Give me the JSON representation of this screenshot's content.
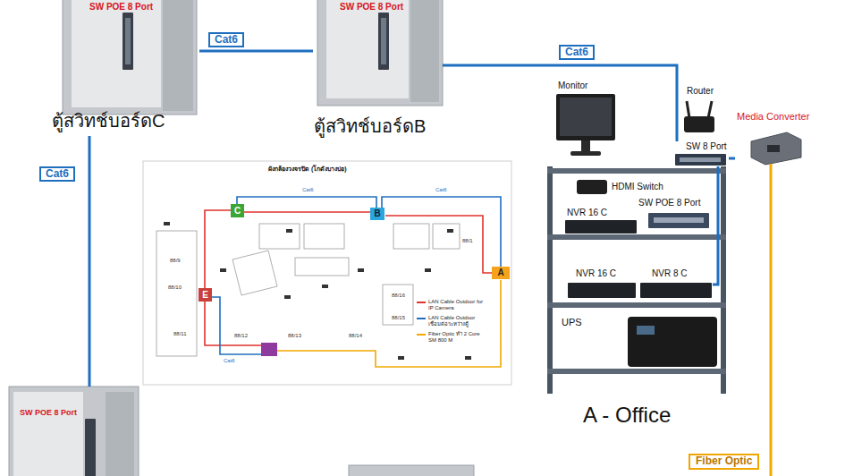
{
  "diagram": {
    "nodes": [
      {
        "text": [
          "SW POE 8 Port",
          "ตู้สวิทช์บอร์ดC"
        ]
      },
      {
        "text": [
          "SW POE 8 Port",
          "ตู้สวิทช์บอร์ดB"
        ]
      },
      {
        "text": [
          "Monitor"
        ]
      },
      {
        "text": [
          "Router"
        ]
      },
      {
        "text": [
          "Media Converter"
        ]
      },
      {
        "text": [
          "SW 8 Port"
        ]
      },
      {
        "text": [
          "A - Office"
        ]
      },
      {
        "text": [
          "HDMI Switch"
        ],
        "in": 6
      },
      {
        "text": [
          "NVR 16 C"
        ],
        "in": 6
      },
      {
        "text": [
          "SW POE 8 Port"
        ],
        "in": 6
      },
      {
        "text": [
          "NVR 16 C"
        ],
        "in": 6
      },
      {
        "text": [
          "NVR 8 C"
        ],
        "in": 6
      },
      {
        "text": [
          "UPS"
        ],
        "in": 6
      },
      {
        "text": [
          "ผังกล้องวงจรปิด (โกดังบางบ่อ)"
        ]
      },
      {
        "text": [
          "C"
        ],
        "in": 13
      },
      {
        "text": [
          "B"
        ],
        "in": 13
      },
      {
        "text": [
          "A"
        ],
        "in": 13
      },
      {
        "text": [
          "E"
        ],
        "in": 13
      },
      {
        "text": [
          "SW POE 8 Port"
        ]
      }
    ],
    "edges": [
      {
        "from": 0,
        "to": 1,
        "label": "Cat6",
        "arrow": "none"
      },
      {
        "from": 1,
        "to": 5,
        "label": "Cat6",
        "arrow": "none"
      },
      {
        "from": 0,
        "to": 18,
        "label": "Cat6",
        "arrow": "none"
      },
      {
        "from": 5,
        "to": 4,
        "arrow": "none"
      },
      {
        "from": 5,
        "to": 11,
        "arrow": "none"
      },
      {
        "from": 14,
        "to": 15,
        "arrow": "none"
      },
      {
        "from": 15,
        "to": 16,
        "arrow": "none"
      },
      {
        "from": 17,
        "to": 14,
        "arrow": "none"
      },
      {
        "from": 14,
        "to": 15,
        "arrow": "none"
      }
    ],
    "labels": [
      "Cat6",
      "Cat6",
      "Cat6",
      "88/9",
      "88/10",
      "88/11",
      "88/12",
      "88/13",
      "88/14",
      "88/15",
      "88/16",
      "88/1",
      "Fiber Optic"
    ],
    "legend": [
      {
        "text": "LAN Cable Outdoor for IP Camera"
      },
      {
        "text": "LAN Cable Outdoor เชื่อมต่อระหว่างตู้"
      },
      {
        "text": "Fiber Optic ทำ 2 Core SM 800 M"
      }
    ]
  }
}
